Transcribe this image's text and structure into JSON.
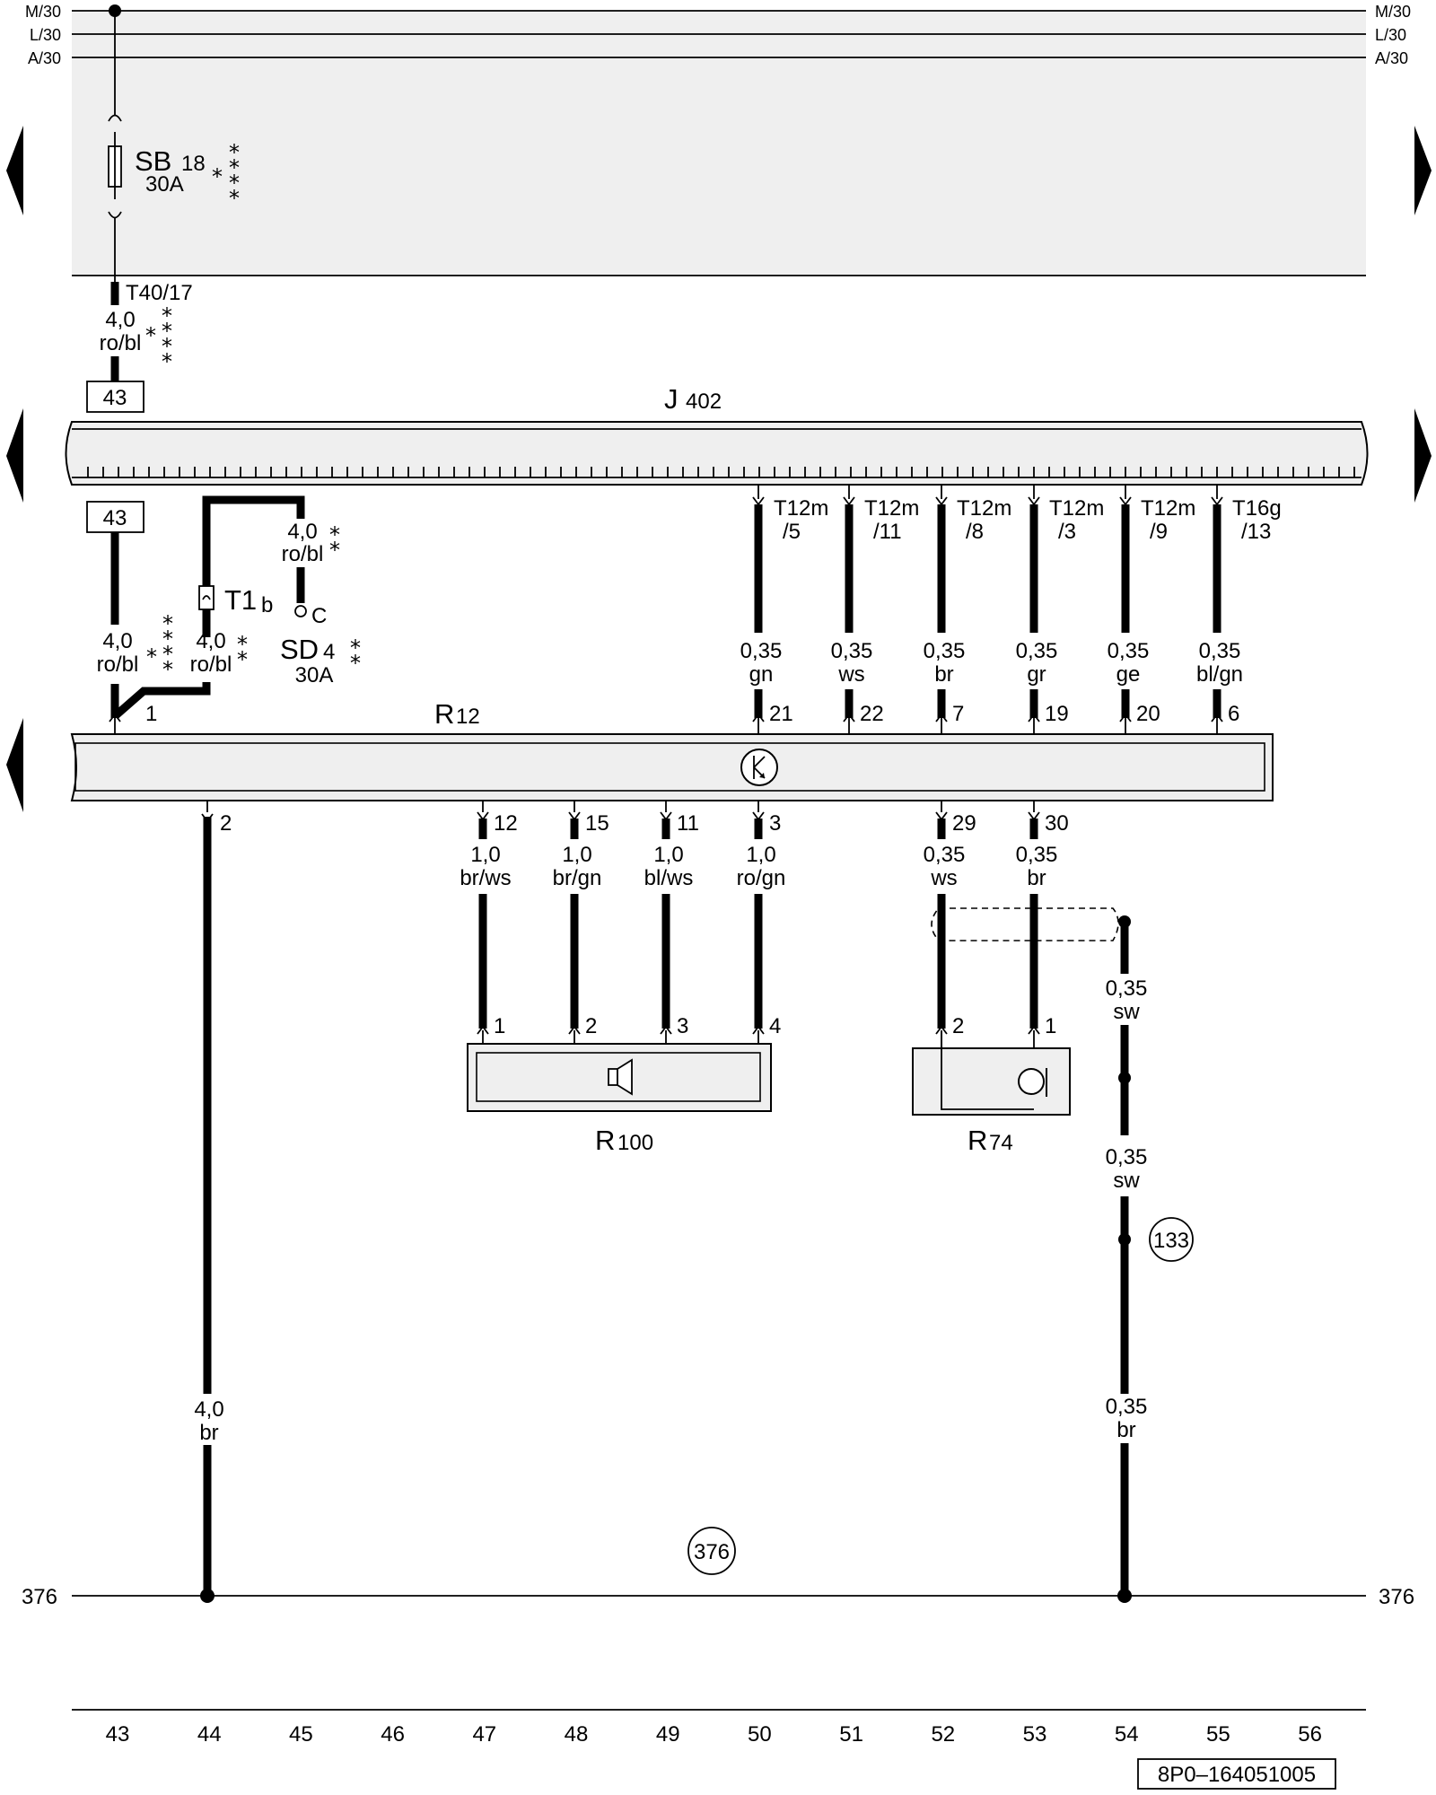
{
  "rails": {
    "m30": "M/30",
    "l30": "L/30",
    "a30": "A/30",
    "ground": "376"
  },
  "fuse_sb": {
    "name": "SB",
    "number": "18",
    "rating": "30A",
    "stars": "*\n*\n*\n*"
  },
  "connector_t40": "T40/17",
  "feed_wire": {
    "size": "4,0",
    "color": "ro/bl",
    "stars": "*\n*\n*\n*"
  },
  "ref_boxes": {
    "top": "43",
    "bottom": "43"
  },
  "unit_j402": {
    "name": "J",
    "sub": "402"
  },
  "connector_t1b": {
    "name": "T1",
    "sub": "b"
  },
  "wire_sd4_top": {
    "size": "4,0",
    "color": "ro/bl",
    "stars": "*\n*"
  },
  "fuse_sd4": {
    "name": "SD",
    "sub": "4",
    "rating": "30A",
    "pin": "C",
    "stars": "*\n*"
  },
  "wire_r12_left": {
    "size": "4,0",
    "color": "ro/bl",
    "stars": "*\n*\n*\n*"
  },
  "wire_t1b": {
    "size": "4,0",
    "color": "ro/bl",
    "stars": "*\n*"
  },
  "r12_pin_left": "1",
  "unit_r12": {
    "name": "R",
    "sub": "12"
  },
  "can_wires": [
    {
      "conn": "T12m",
      "pin": "/5",
      "size": "0,35",
      "color": "gn",
      "r12_pin": "21"
    },
    {
      "conn": "T12m",
      "pin": "/11",
      "size": "0,35",
      "color": "ws",
      "r12_pin": "22"
    },
    {
      "conn": "T12m",
      "pin": "/8",
      "size": "0,35",
      "color": "br",
      "r12_pin": "7"
    },
    {
      "conn": "T12m",
      "pin": "/3",
      "size": "0,35",
      "color": "gr",
      "r12_pin": "19"
    },
    {
      "conn": "T12m",
      "pin": "/9",
      "size": "0,35",
      "color": "ge",
      "r12_pin": "20"
    },
    {
      "conn": "T16g",
      "pin": "/13",
      "size": "0,35",
      "color": "bl/gn",
      "r12_pin": "6"
    }
  ],
  "ground_wire": {
    "pin": "2",
    "size": "4,0",
    "color": "br"
  },
  "speaker_wires": [
    {
      "r12_pin": "12",
      "size": "1,0",
      "color": "br/ws",
      "r100_pin": "1"
    },
    {
      "r12_pin": "15",
      "size": "1,0",
      "color": "br/gn",
      "r100_pin": "2"
    },
    {
      "r12_pin": "11",
      "size": "1,0",
      "color": "bl/ws",
      "r100_pin": "3"
    },
    {
      "r12_pin": "3",
      "size": "1,0",
      "color": "ro/gn",
      "r100_pin": "4"
    }
  ],
  "unit_r100": {
    "name": "R",
    "sub": "100"
  },
  "mic_wires": [
    {
      "r12_pin": "29",
      "size": "0,35",
      "color": "ws",
      "r74_pin": "2"
    },
    {
      "r12_pin": "30",
      "size": "0,35",
      "color": "br",
      "r74_pin": "1"
    }
  ],
  "unit_r74": {
    "name": "R",
    "sub": "74"
  },
  "shield_wires": [
    {
      "size": "0,35",
      "color": "sw"
    },
    {
      "size": "0,35",
      "color": "sw"
    },
    {
      "size": "0,35",
      "color": "br"
    }
  ],
  "ref_circles": {
    "c133": "133",
    "c376": "376"
  },
  "columns": [
    "43",
    "44",
    "45",
    "46",
    "47",
    "48",
    "49",
    "50",
    "51",
    "52",
    "53",
    "54",
    "55",
    "56"
  ],
  "footer_code": "8P0–164051005"
}
